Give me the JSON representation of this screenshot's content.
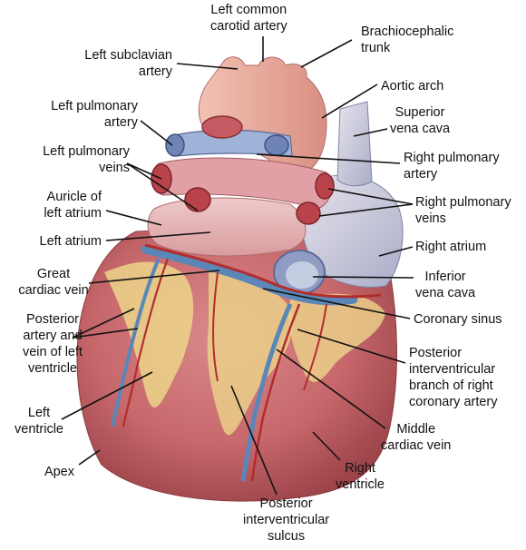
{
  "labels": {
    "left_common_carotid_artery": [
      "Left common",
      "carotid artery"
    ],
    "brachiocephalic_trunk": [
      "Brachiocephalic",
      "trunk"
    ],
    "left_subclavian_artery": [
      "Left subclavian",
      "artery"
    ],
    "aortic_arch": [
      "Aortic arch"
    ],
    "left_pulmonary_artery": [
      "Left pulmonary",
      "artery"
    ],
    "superior_vena_cava": [
      "Superior",
      "vena cava"
    ],
    "left_pulmonary_veins": [
      "Left pulmonary",
      "veins"
    ],
    "right_pulmonary_artery": [
      "Right pulmonary",
      "artery"
    ],
    "auricle_of_left_atrium": [
      "Auricle of",
      "left atrium"
    ],
    "right_pulmonary_veins": [
      "Right pulmonary",
      "veins"
    ],
    "left_atrium": [
      "Left atrium"
    ],
    "right_atrium": [
      "Right atrium"
    ],
    "great_cardiac_vein": [
      "Great",
      "cardiac vein"
    ],
    "inferior_vena_cava": [
      "Inferior",
      "vena cava"
    ],
    "posterior_artery_vein_left_ventricle": [
      "Posterior",
      "artery and",
      "vein of left",
      "ventricle"
    ],
    "coronary_sinus": [
      "Coronary sinus"
    ],
    "posterior_interventricular_branch": [
      "Posterior",
      "interventricular",
      "branch of right",
      "coronary artery"
    ],
    "left_ventricle": [
      "Left",
      "ventricle"
    ],
    "middle_cardiac_vein": [
      "Middle",
      "cardiac vein"
    ],
    "apex": [
      "Apex"
    ],
    "right_ventricle": [
      "Right",
      "ventricle"
    ],
    "posterior_interventricular_sulcus": [
      "Posterior",
      "interventricular",
      "sulcus"
    ]
  },
  "colors": {
    "myocardium": "#c7686c",
    "fat": "#ecd58a",
    "artery": "#b22d2d",
    "vein": "#5a87b8",
    "aorta": "#e9a596",
    "vena_cava": "#c9cde0",
    "leader_line": "#111111"
  }
}
